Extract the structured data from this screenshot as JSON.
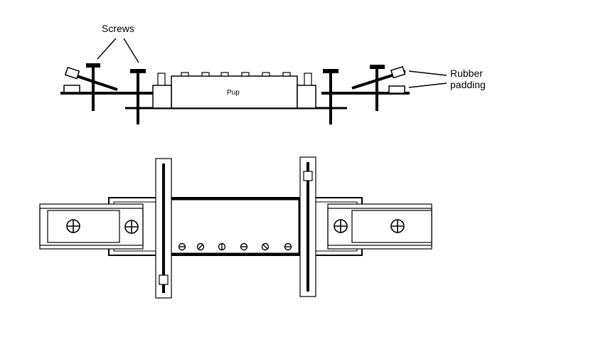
{
  "labels": {
    "screws": "Screws",
    "rubber_line1": "Rubber",
    "rubber_line2": "padding",
    "pup": "Pup"
  },
  "colors": {
    "ink": "#000000",
    "paper": "#ffffff"
  }
}
